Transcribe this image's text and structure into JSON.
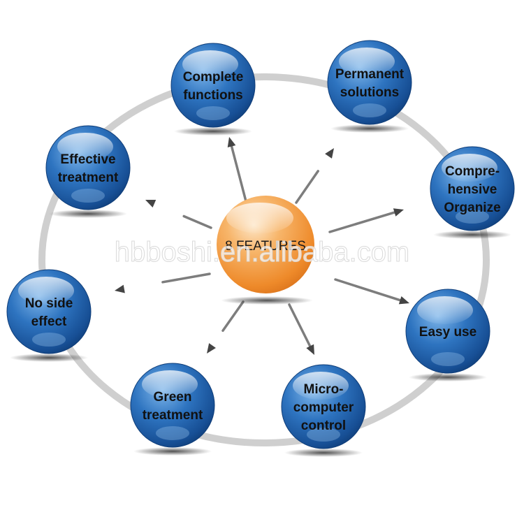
{
  "center": {
    "label": "8 FEATURES",
    "color": "#f39a3c"
  },
  "node_color": "#1f5fa8",
  "ring_color": "#cfcfcf",
  "arrow_color": "#7d7d7d",
  "watermark": "hbboshi.en.alibaba.com",
  "features": [
    {
      "lines": [
        "Complete",
        "functions"
      ]
    },
    {
      "lines": [
        "Permanent",
        "solutions"
      ]
    },
    {
      "lines": [
        "Compre-",
        "hensive",
        "Organize"
      ]
    },
    {
      "lines": [
        "Easy use"
      ]
    },
    {
      "lines": [
        "Micro-",
        "computer",
        "control"
      ]
    },
    {
      "lines": [
        "Green",
        "treatment"
      ]
    },
    {
      "lines": [
        "No side",
        "effect"
      ]
    },
    {
      "lines": [
        "Effective",
        "treatment"
      ]
    }
  ]
}
